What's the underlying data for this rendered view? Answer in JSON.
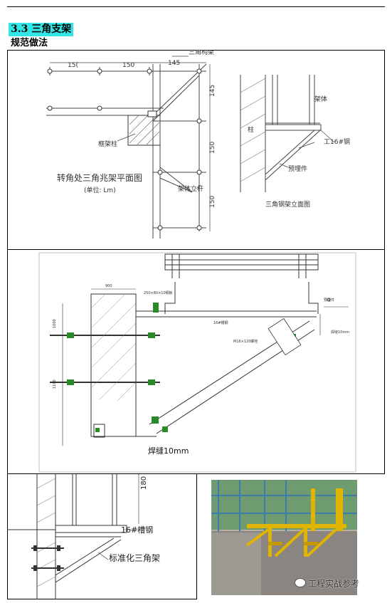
{
  "heading": "3.3 三角支架",
  "subheading": "规范做法",
  "fig1": {
    "dim_150a": "15(",
    "dim_150b": "150",
    "dim_145top": "145",
    "dim_145side": "145",
    "dim_150side": "150",
    "dim_150low": "150",
    "label_triangle": "三角构架",
    "label_column": "框架柱",
    "label_pole": "架体立杆",
    "title": "转角处三角兆架平面图",
    "unit": "(单位: Lm)"
  },
  "fig2": {
    "label_frame": "架体",
    "label_column": "柱",
    "label_i16": "工16#钢",
    "label_embed": "预埋件",
    "title": "三角钢架立面图"
  },
  "fig3": {
    "weld": "焊缝10mm",
    "dim_900": "900",
    "dim_1000": "1000",
    "dim_1100": "1100",
    "small1": "250×80×10钢板",
    "small2": "16#槽钢",
    "small3": "M16×120螺栓",
    "small4": "预埋件",
    "small5": "焊缝10mm"
  },
  "fig4": {
    "dim_180": "180",
    "label_channel": "16#槽钢",
    "label_standard": "标准化三角架"
  },
  "watermark": "工程实战参考"
}
